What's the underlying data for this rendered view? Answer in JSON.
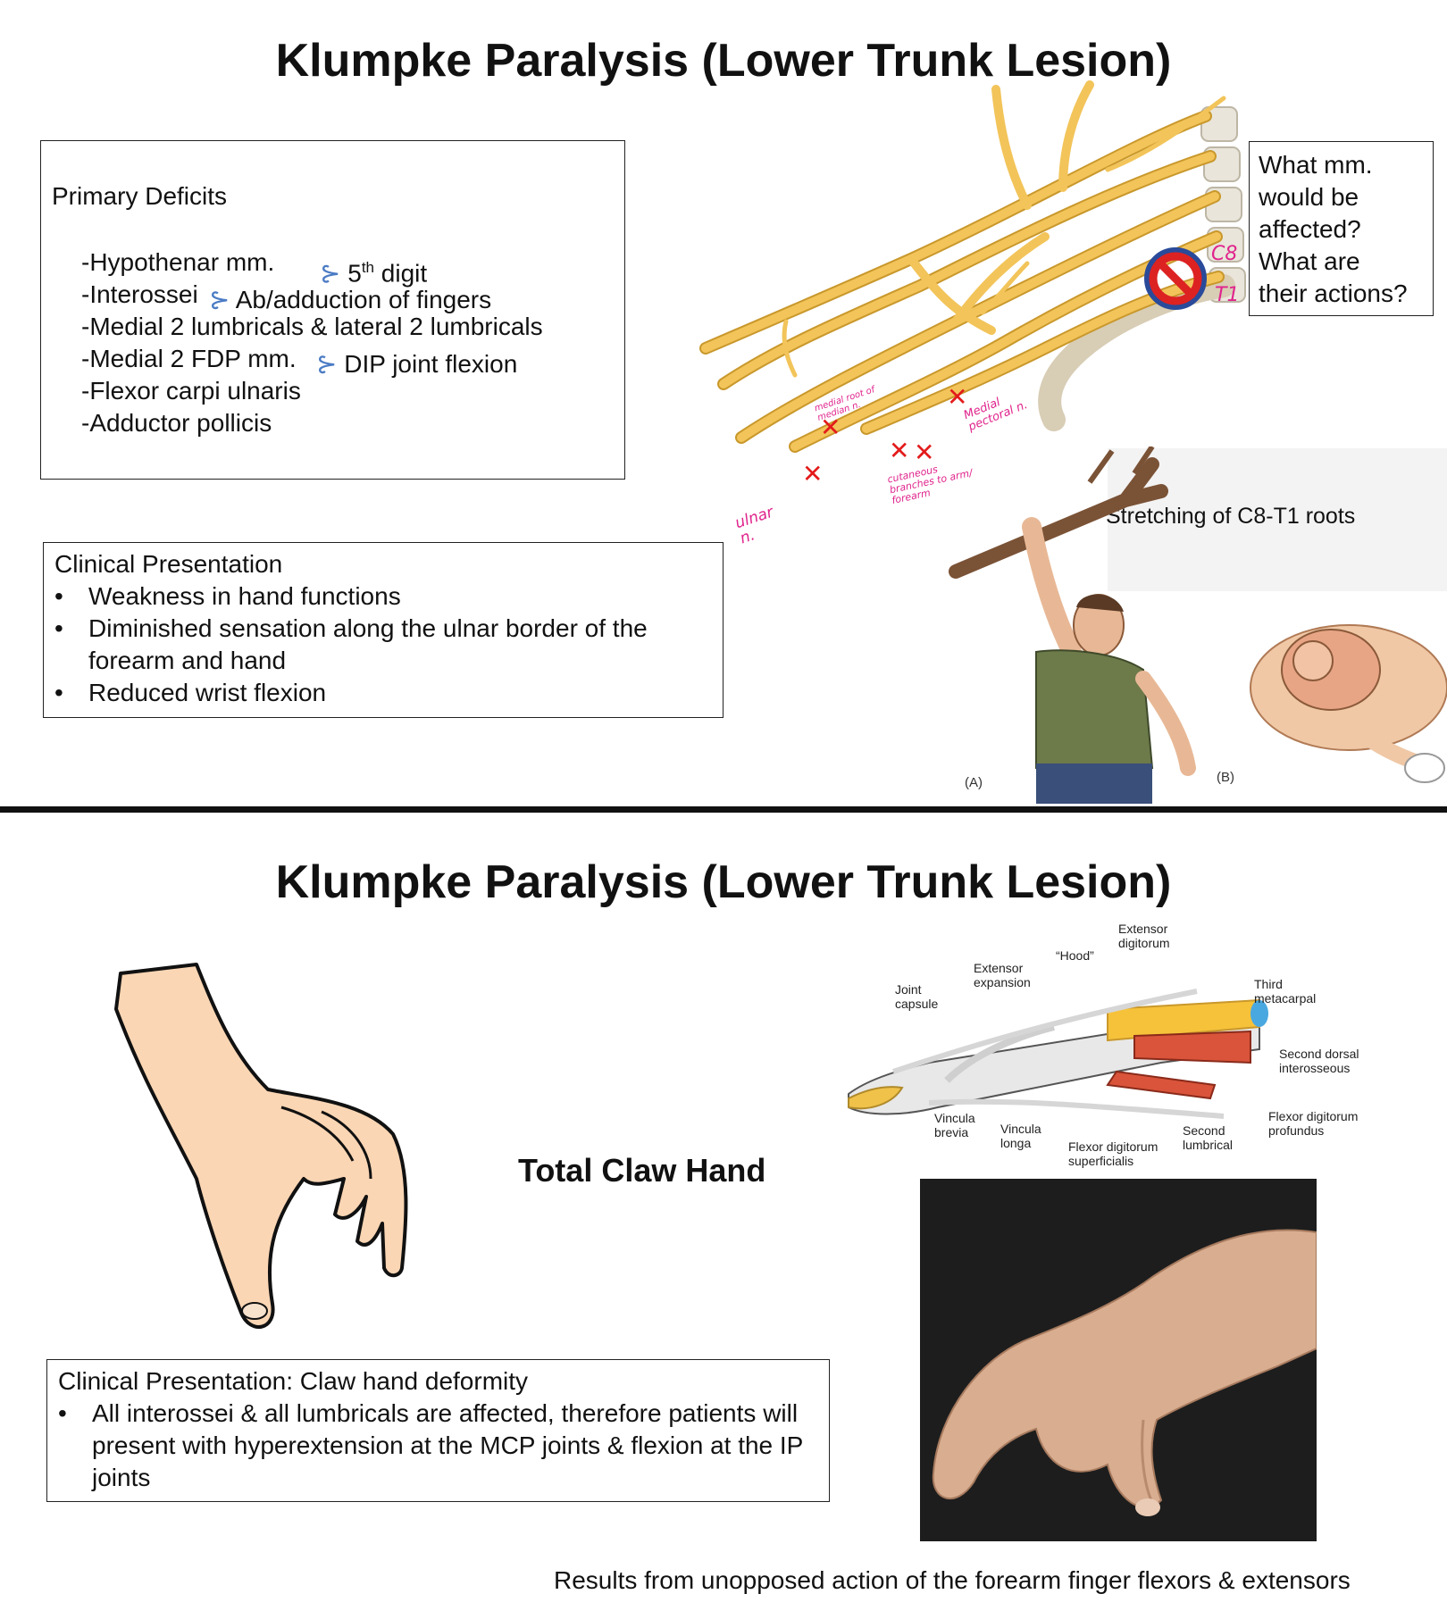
{
  "top": {
    "title": "Klumpke Paralysis (Lower Trunk Lesion)",
    "primary_deficits": {
      "heading": "Primary Deficits",
      "items": [
        {
          "text": "-Hypothenar mm.",
          "note": "5",
          "note_sup": "th",
          "note_rest": " digit"
        },
        {
          "text": "-Interossei",
          "note": "Ab/adduction of fingers"
        },
        {
          "text": "-Medial 2 lumbricals & lateral 2 lumbricals"
        },
        {
          "text": "-Medial 2 FDP mm.",
          "note": "DIP joint flexion"
        },
        {
          "text": "-Flexor carpi ulnaris"
        },
        {
          "text": "-Adductor pollicis"
        }
      ]
    },
    "question": [
      "What mm.",
      "would be",
      "affected?",
      "What are",
      "their actions?"
    ],
    "root_labels": {
      "c8": "C8",
      "t1": "T1"
    },
    "handwritten": {
      "medial_root": "medial root of median n.",
      "medial_pectoral": "Medial pectoral n.",
      "cutaneous": "cutaneous branches to arm/ forearm",
      "ulnar": "ulnar n."
    },
    "stretching": "Stretching of C8-T1 roots",
    "fig_a": "(A)",
    "fig_b": "(B)",
    "clinical": {
      "heading": "Clinical Presentation",
      "bullets": [
        "Weakness in hand functions",
        "Diminished sensation along the ulnar border of the forearm and hand",
        "Reduced wrist flexion"
      ]
    }
  },
  "bottom": {
    "title": "Klumpke Paralysis (Lower Trunk Lesion)",
    "claw_label": "Total Claw Hand",
    "anatomy_labels": {
      "extensor_digitorum": "Extensor digitorum",
      "hood": "“Hood”",
      "extensor_expansion": "Extensor expansion",
      "joint_capsule": "Joint capsule",
      "third_metacarpal": "Third metacarpal",
      "second_dorsal_interosseous": "Second dorsal interosseous",
      "flexor_digitorum_profundus": "Flexor digitorum profundus",
      "vincula_brevia": "Vincula brevia",
      "vincula_longa": "Vincula longa",
      "flexor_digitorum_superficialis": "Flexor digitorum superficialis",
      "second_lumbrical": "Second lumbrical"
    },
    "clinical": {
      "heading": "Clinical Presentation: Claw hand deformity",
      "bullets": [
        "All interossei & all lumbricals are affected, therefore patients will present with hyperextension at the MCP joints & flexion at the IP joints"
      ]
    },
    "footer": "Results from unopposed action of the forearm finger flexors & extensors"
  },
  "colors": {
    "nerve": "#f2c45a",
    "nerve_dark": "#c9982c",
    "cross": "#e31b1b",
    "note": "#e0238c",
    "no_sign": "#d22",
    "muscle": "#d9543a",
    "tendon_blue": "#4aa8e0"
  }
}
